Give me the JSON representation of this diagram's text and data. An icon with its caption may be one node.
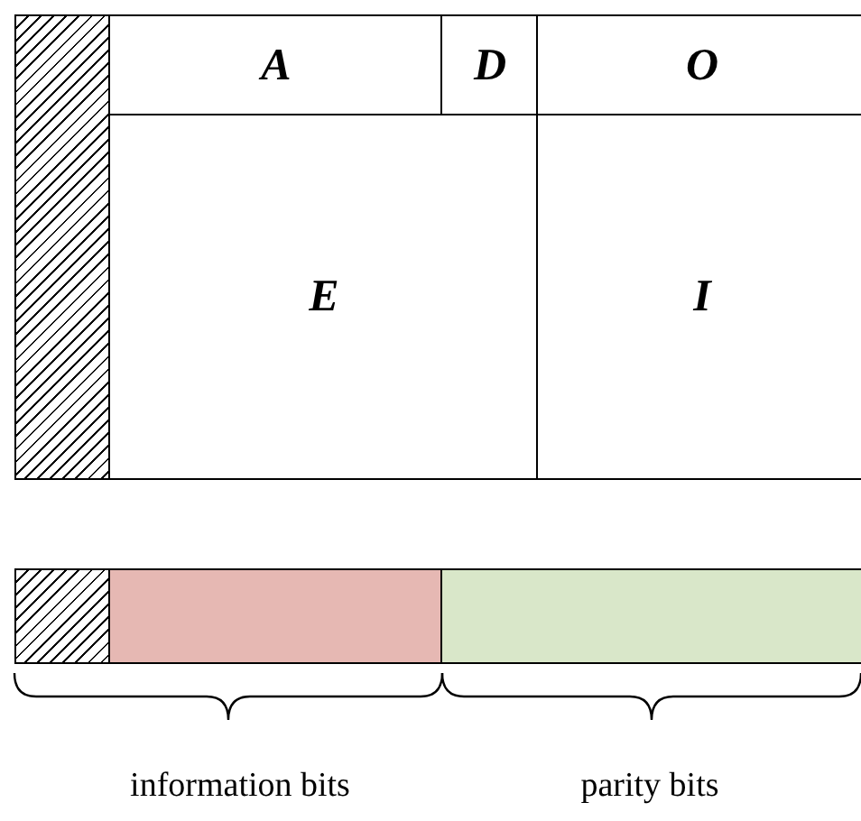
{
  "diagram": {
    "nodes": [
      {
        "text": [],
        "shape": "box"
      },
      {
        "text": [
          "A"
        ]
      },
      {
        "text": [
          "D"
        ]
      },
      {
        "text": [
          "O"
        ]
      },
      {
        "text": [
          "E"
        ]
      },
      {
        "text": [
          "I"
        ]
      },
      {
        "text": [],
        "shape": "box"
      },
      {
        "text": [],
        "shape": "bar"
      },
      {
        "text": [],
        "shape": "bar"
      }
    ],
    "labels": [
      "information bits",
      "parity bits"
    ]
  }
}
